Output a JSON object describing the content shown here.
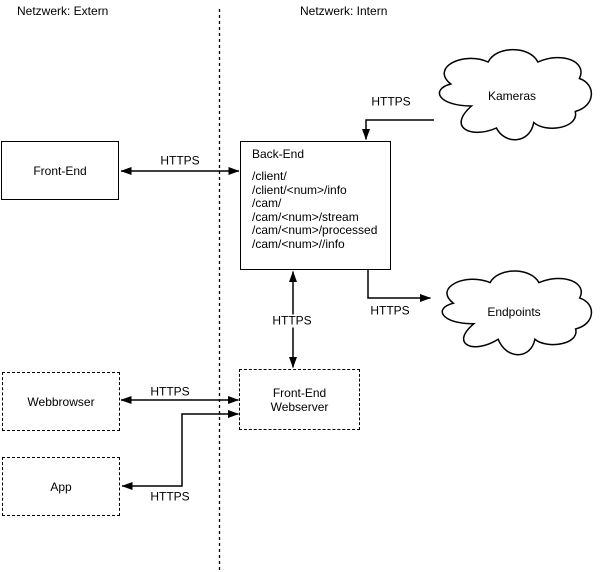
{
  "diagram": {
    "zones": {
      "extern_label": "Netzwerk: Extern",
      "intern_label": "Netzwerk: Intern"
    },
    "nodes": {
      "front_end": {
        "label": "Front-End"
      },
      "back_end": {
        "title": "Back-End",
        "routes": [
          "/client/",
          "/client/<num>/info",
          "/cam/",
          "/cam/<num>/stream",
          "/cam/<num>/processed",
          "/cam/<num>//info"
        ]
      },
      "webbrowser": {
        "label": "Webbrowser"
      },
      "app": {
        "label": "App"
      },
      "frontend_webserver": {
        "label_line1": "Front-End",
        "label_line2": "Webserver"
      },
      "kameras": {
        "label": "Kameras"
      },
      "endpoints": {
        "label": "Endpoints"
      }
    },
    "edges": {
      "frontend_backend": {
        "label": "HTTPS"
      },
      "kameras_backend": {
        "label": "HTTPS"
      },
      "backend_endpoints": {
        "label": "HTTPS"
      },
      "backend_webserver": {
        "label": "HTTPS"
      },
      "webbrowser_webserver": {
        "label": "HTTPS"
      },
      "app_webserver": {
        "label": "HTTPS"
      }
    },
    "colors": {
      "stroke": "#000000",
      "background": "#ffffff"
    }
  }
}
